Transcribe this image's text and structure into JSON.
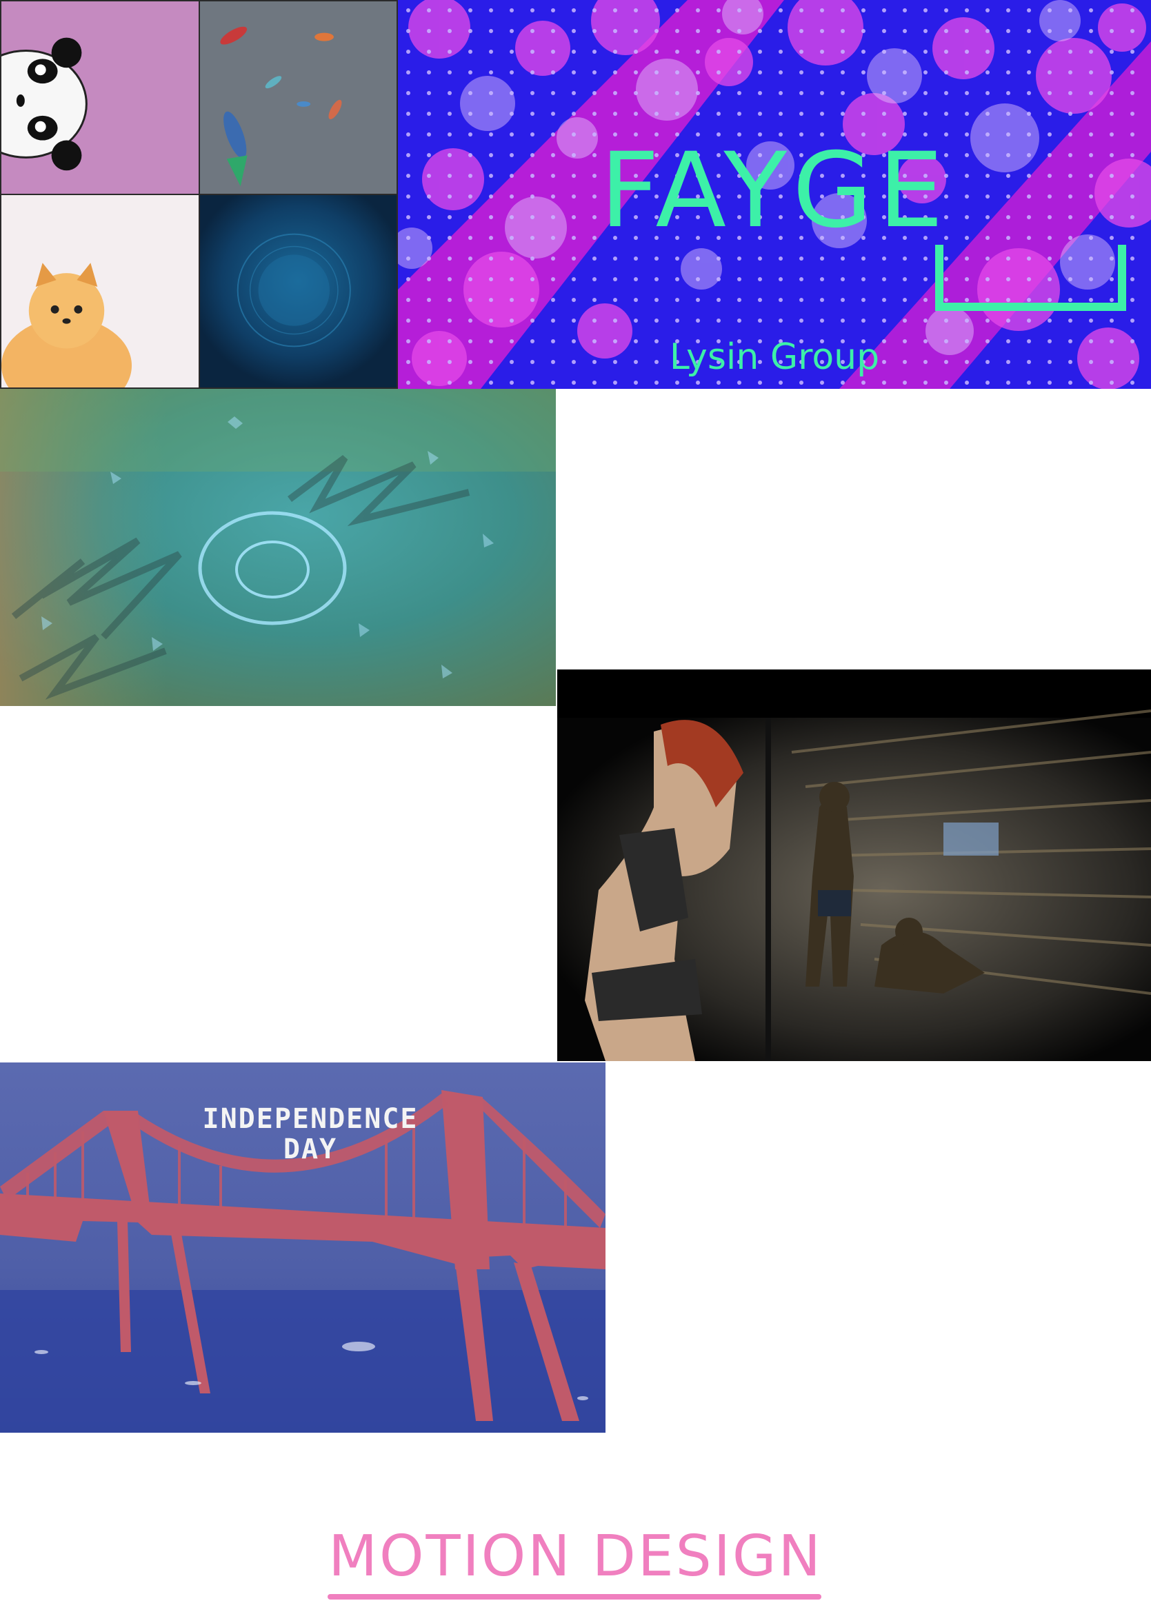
{
  "fayge_card": {
    "logo_word": "FAYGE",
    "subtitle": "Lysin Group"
  },
  "bridge_card": {
    "caption": "INDEPENDENCE\nDAY"
  },
  "section": {
    "title": "MOTION DESIGN"
  },
  "colors": {
    "accent_pink": "#f07fbf",
    "fayge_green": "#3df0a8",
    "fayge_blue": "#2a1de8",
    "fayge_magenta": "#d21be6"
  },
  "images": [
    {
      "name": "panda-illustration"
    },
    {
      "name": "fish-illustration"
    },
    {
      "name": "pomeranian-illustration"
    },
    {
      "name": "water-ripple-illustration"
    },
    {
      "name": "abstract-teal-frame"
    },
    {
      "name": "zombie-scene-frame"
    },
    {
      "name": "paper-cut-bridge-frame"
    }
  ]
}
